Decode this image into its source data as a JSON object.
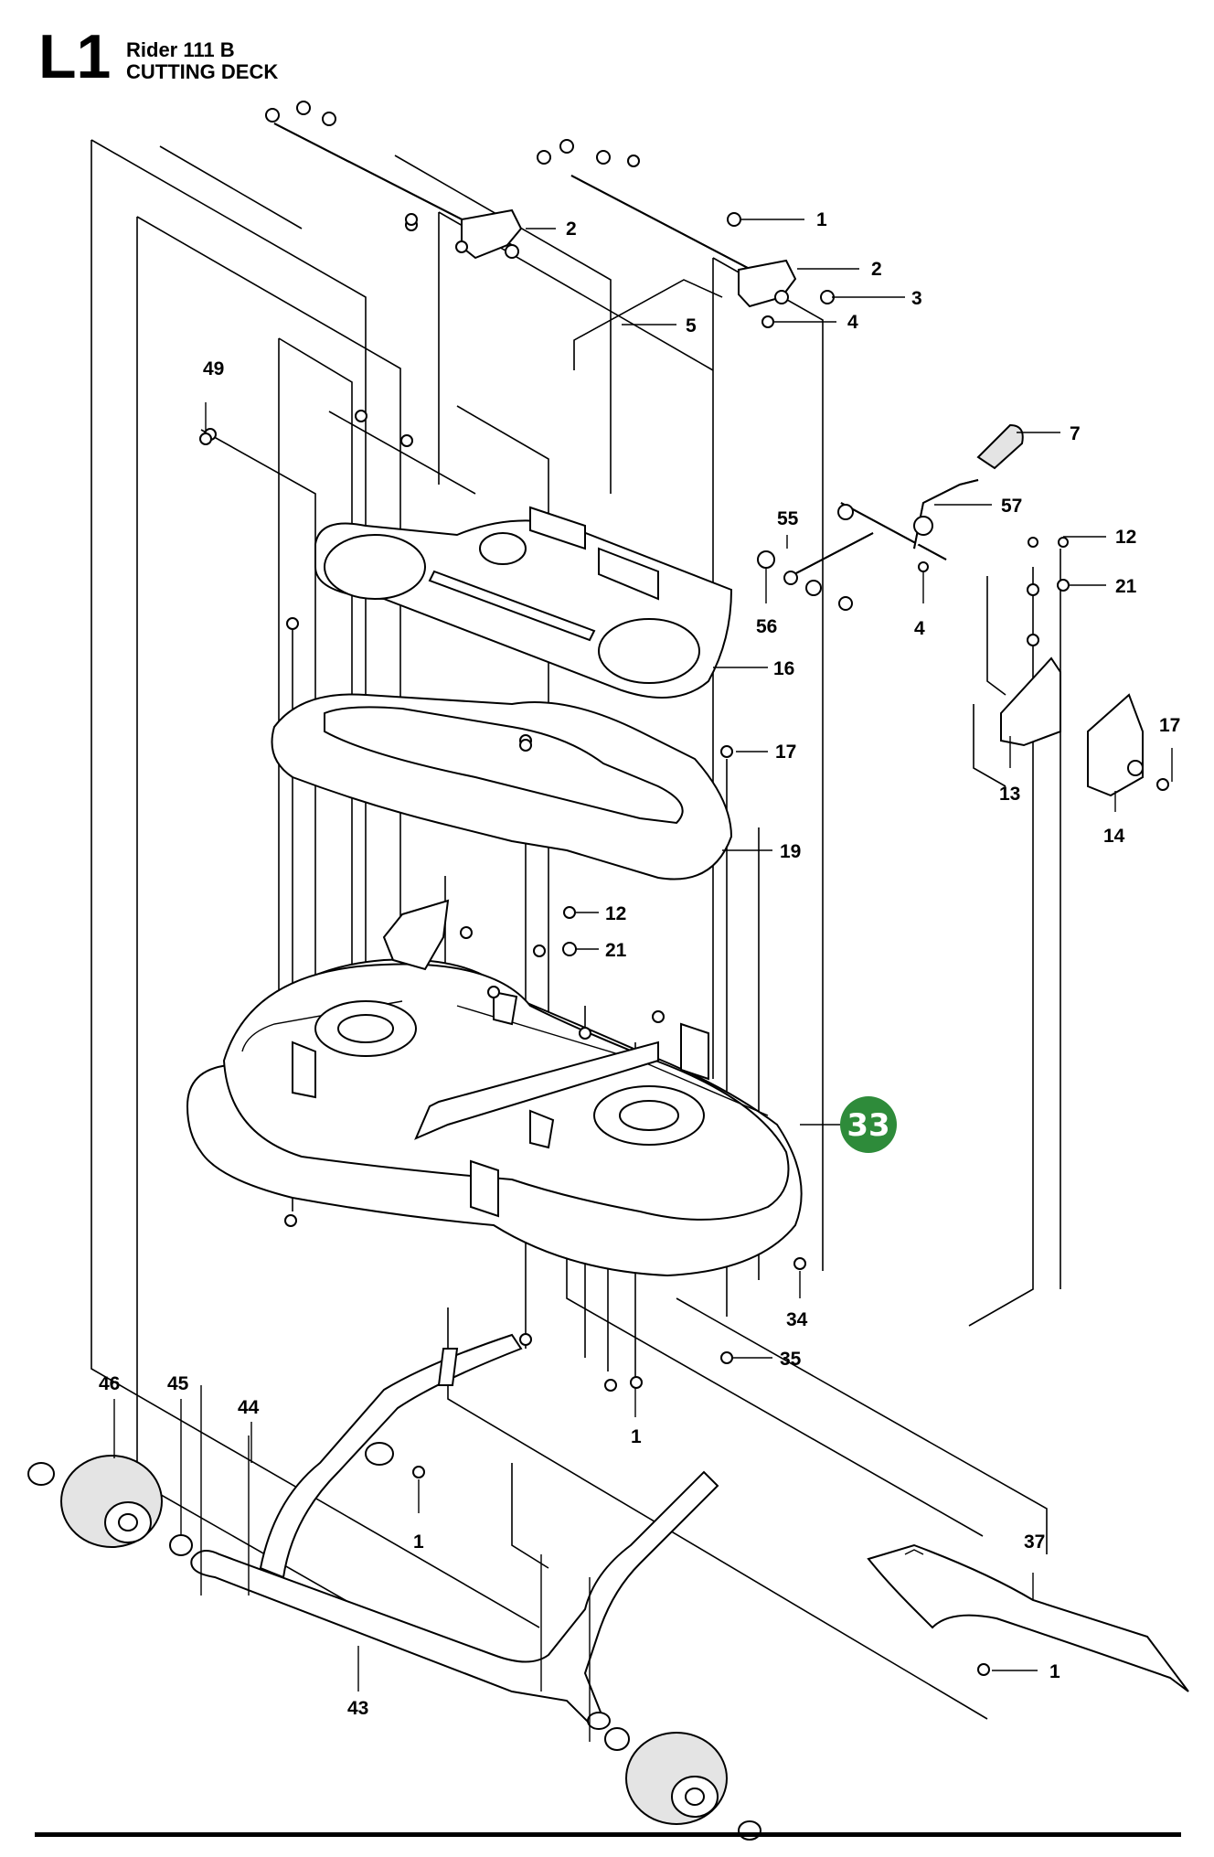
{
  "header": {
    "section_code": "L1",
    "model": "Rider 111 B",
    "title": "CUTTING DECK"
  },
  "highlight": {
    "number": "33",
    "color": "#2e8b3a"
  },
  "labels": [
    {
      "id": "lbl-1-a",
      "text": "1"
    },
    {
      "id": "lbl-2-a",
      "text": "2"
    },
    {
      "id": "lbl-2-b",
      "text": "2"
    },
    {
      "id": "lbl-3",
      "text": "3"
    },
    {
      "id": "lbl-4-a",
      "text": "4"
    },
    {
      "id": "lbl-5",
      "text": "5"
    },
    {
      "id": "lbl-7",
      "text": "7"
    },
    {
      "id": "lbl-49",
      "text": "49"
    },
    {
      "id": "lbl-57",
      "text": "57"
    },
    {
      "id": "lbl-55",
      "text": "55"
    },
    {
      "id": "lbl-12-a",
      "text": "12"
    },
    {
      "id": "lbl-21-a",
      "text": "21"
    },
    {
      "id": "lbl-56",
      "text": "56"
    },
    {
      "id": "lbl-4-b",
      "text": "4"
    },
    {
      "id": "lbl-16",
      "text": "16"
    },
    {
      "id": "lbl-17-a",
      "text": "17"
    },
    {
      "id": "lbl-17-b",
      "text": "17"
    },
    {
      "id": "lbl-13",
      "text": "13"
    },
    {
      "id": "lbl-14",
      "text": "14"
    },
    {
      "id": "lbl-19",
      "text": "19"
    },
    {
      "id": "lbl-12-b",
      "text": "12"
    },
    {
      "id": "lbl-21-b",
      "text": "21"
    },
    {
      "id": "lbl-34",
      "text": "34"
    },
    {
      "id": "lbl-35",
      "text": "35"
    },
    {
      "id": "lbl-1-b",
      "text": "1"
    },
    {
      "id": "lbl-46",
      "text": "46"
    },
    {
      "id": "lbl-45",
      "text": "45"
    },
    {
      "id": "lbl-44",
      "text": "44"
    },
    {
      "id": "lbl-1-c",
      "text": "1"
    },
    {
      "id": "lbl-37",
      "text": "37"
    },
    {
      "id": "lbl-1-d",
      "text": "1"
    },
    {
      "id": "lbl-43",
      "text": "43"
    }
  ]
}
